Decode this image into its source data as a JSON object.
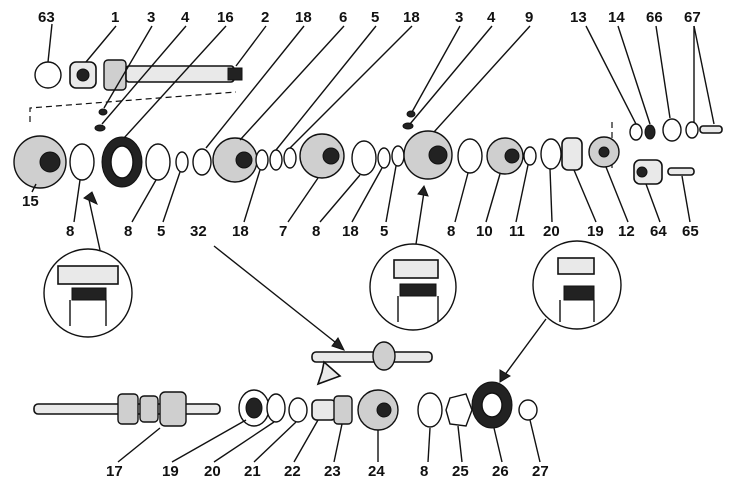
{
  "labels": {
    "top_row": [
      "63",
      "1",
      "3",
      "4",
      "16",
      "2",
      "18",
      "6",
      "5",
      "18",
      "3",
      "4",
      "9",
      "13",
      "14",
      "66",
      "67"
    ],
    "mid_row": [
      "15",
      "8",
      "8",
      "5",
      "18",
      "7",
      "8",
      "18",
      "5",
      "8",
      "10",
      "11",
      "20",
      "19",
      "12",
      "64",
      "65"
    ],
    "middle": [
      "32"
    ],
    "bottom_row": [
      "17",
      "19",
      "20",
      "21",
      "22",
      "23",
      "24",
      "8",
      "25",
      "26",
      "27"
    ]
  },
  "colors": {
    "ink": "#111111",
    "paper": "#ffffff",
    "shade": "#cfcfcf"
  }
}
